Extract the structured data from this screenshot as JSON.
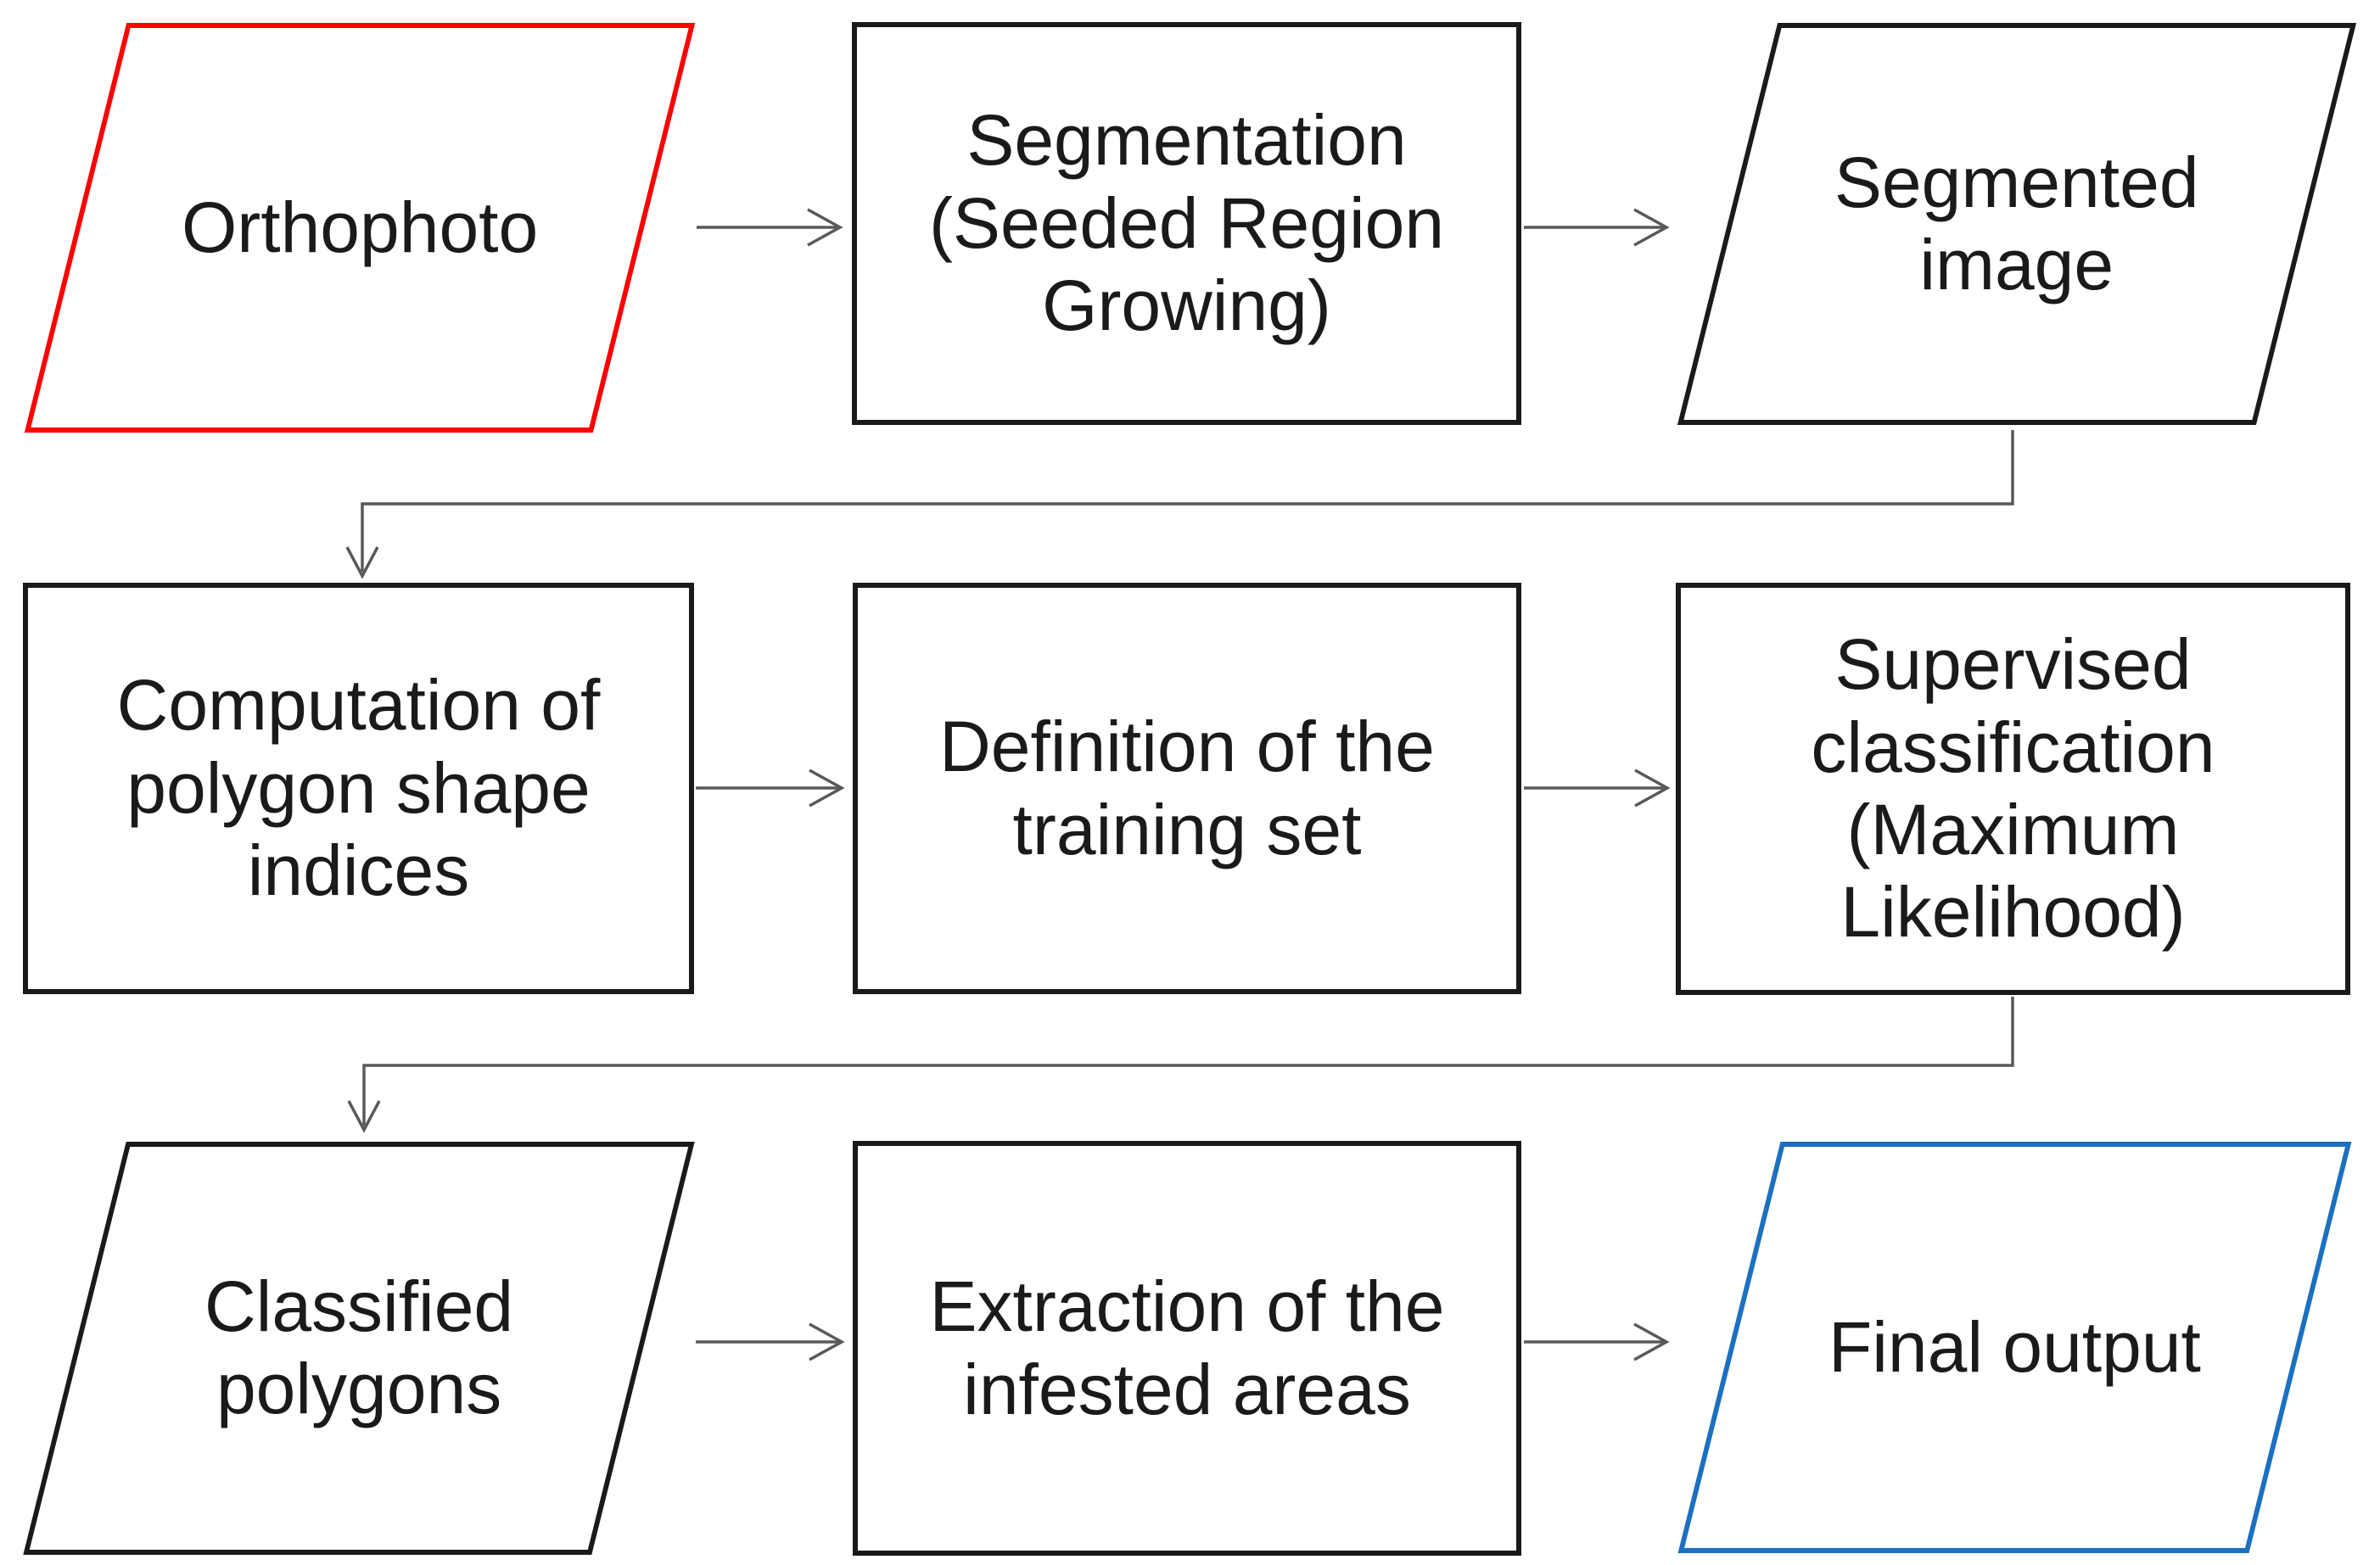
{
  "diagram": {
    "type": "flowchart",
    "colors": {
      "input_stroke": "#FF0000",
      "output_stroke": "#1B70C0",
      "process_stroke": "#1A1A1A",
      "connector": "#595959",
      "text": "#1A1A1A",
      "background": "#FFFFFF"
    },
    "nodes": {
      "orthophoto": {
        "label": "Orthophoto",
        "shape": "parallelogram",
        "role": "input",
        "stroke": "#FF0000"
      },
      "segmentation": {
        "label": "Segmentation\n(Seeded Region\nGrowing)",
        "shape": "rectangle",
        "role": "process",
        "stroke": "#1A1A1A"
      },
      "segmented_image": {
        "label": "Segmented\nimage",
        "shape": "parallelogram",
        "role": "data",
        "stroke": "#1A1A1A"
      },
      "computation": {
        "label": "Computation of\npolygon shape\nindices",
        "shape": "rectangle",
        "role": "process",
        "stroke": "#1A1A1A"
      },
      "training_set": {
        "label": "Definition of the\ntraining set",
        "shape": "rectangle",
        "role": "process",
        "stroke": "#1A1A1A"
      },
      "supervised_classification": {
        "label": "Supervised\nclassification\n(Maximum\nLikelihood)",
        "shape": "rectangle",
        "role": "process",
        "stroke": "#1A1A1A"
      },
      "classified_polygons": {
        "label": "Classified\npolygons",
        "shape": "parallelogram",
        "role": "data",
        "stroke": "#1A1A1A"
      },
      "extraction": {
        "label": "Extraction of the\ninfested areas",
        "shape": "rectangle",
        "role": "process",
        "stroke": "#1A1A1A"
      },
      "final_output": {
        "label": "Final output",
        "shape": "parallelogram",
        "role": "output",
        "stroke": "#1B70C0"
      }
    },
    "edges": [
      {
        "from": "orthophoto",
        "to": "segmentation",
        "style": "straight-arrow"
      },
      {
        "from": "segmentation",
        "to": "segmented_image",
        "style": "straight-arrow"
      },
      {
        "from": "segmented_image",
        "to": "computation",
        "style": "elbow-arrow"
      },
      {
        "from": "computation",
        "to": "training_set",
        "style": "straight-arrow"
      },
      {
        "from": "training_set",
        "to": "supervised_classification",
        "style": "straight-arrow"
      },
      {
        "from": "supervised_classification",
        "to": "classified_polygons",
        "style": "elbow-arrow"
      },
      {
        "from": "classified_polygons",
        "to": "extraction",
        "style": "straight-arrow"
      },
      {
        "from": "extraction",
        "to": "final_output",
        "style": "straight-arrow"
      }
    ]
  }
}
